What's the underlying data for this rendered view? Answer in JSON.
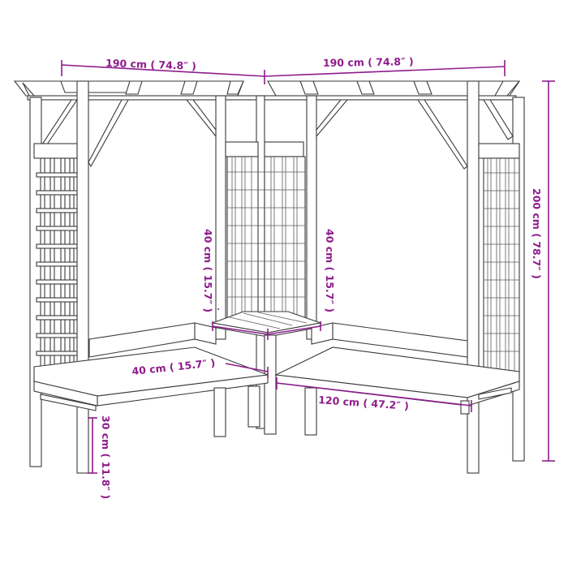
{
  "diagram": {
    "subject": "Corner pergola with bench and table",
    "line_color": "#3a3a3a",
    "dimension_color": "#8e1c8c",
    "dimensions": {
      "width_left": "190 cm ( 74.8″  )",
      "width_right": "190 cm ( 74.8″  )",
      "height_total": "200 cm ( 78.7″  )",
      "backrest_left": "40 cm ( 15.7″  )",
      "backrest_right": "40 cm ( 15.7″  )",
      "seat_depth": "40 cm ( 15.7″  )",
      "seat_length": "120 cm ( 47.2″  )",
      "seat_height": "30 cm ( 11.8″  )"
    }
  }
}
